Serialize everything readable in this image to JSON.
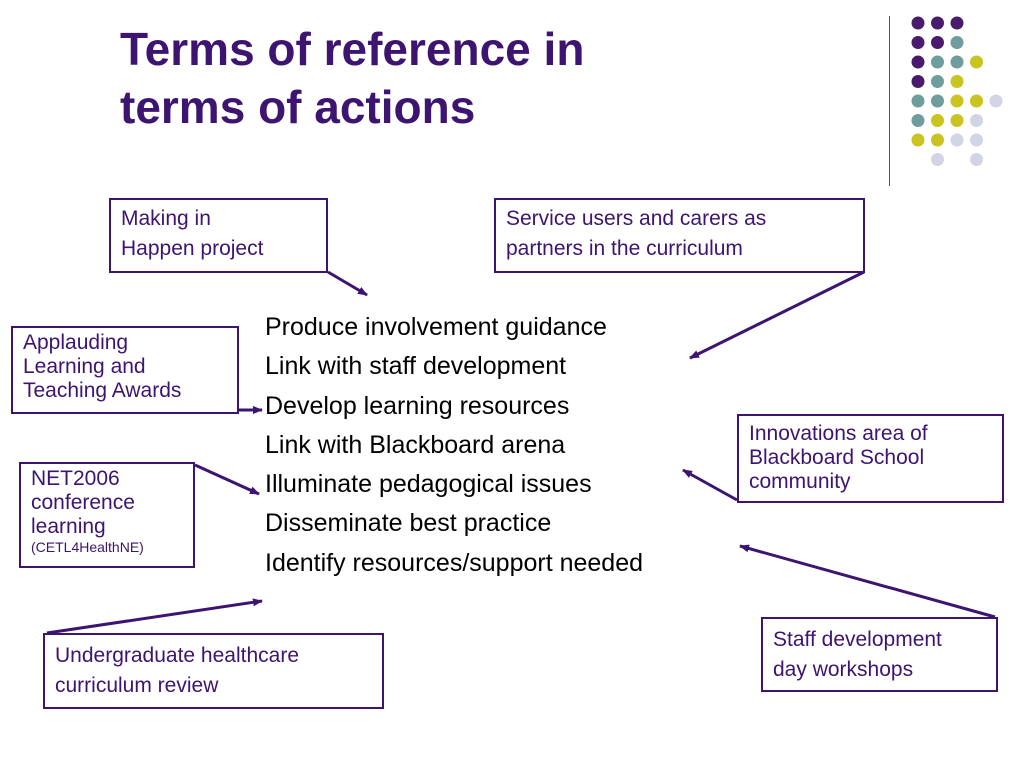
{
  "slide": {
    "title_line1": "Terms of reference in",
    "title_line2": "terms of actions"
  },
  "colors": {
    "title": "#3d1470",
    "box_border": "#3d1470",
    "arrow": "#3d1470",
    "dot_purple": "#4a1a6e",
    "dot_teal": "#6f9c9c",
    "dot_yellow": "#c9c41f",
    "dot_lavender": "#d3d3e6"
  },
  "decoration": {
    "dot_grid": [
      [
        "purple",
        "purple",
        "purple",
        null
      ],
      [
        "purple",
        "purple",
        "teal",
        null
      ],
      [
        "purple",
        "teal",
        "teal",
        "yellow"
      ],
      [
        "purple",
        "teal",
        "yellow",
        null
      ],
      [
        "teal",
        "teal",
        "yellow",
        "yellow",
        "lavender"
      ],
      [
        "teal",
        "yellow",
        "yellow",
        "lavender"
      ],
      [
        "yellow",
        "yellow",
        "lavender",
        "lavender"
      ],
      [
        null,
        "lavender",
        null,
        "lavender"
      ]
    ]
  },
  "actions": [
    "Produce involvement guidance",
    "Link with staff development",
    "Develop learning resources",
    "Link with Blackboard arena",
    "Illuminate pedagogical issues",
    "Disseminate best practice",
    "Identify resources/support needed"
  ],
  "boxes": {
    "making_it_happen": {
      "line1": "Making in",
      "line2": "Happen project"
    },
    "service_users": {
      "line1": "Service users and carers as",
      "line2": "partners in the curriculum"
    },
    "applauding": {
      "line1": "Applauding",
      "line2": "Learning and",
      "line3": "Teaching Awards"
    },
    "net2006": {
      "line1": "NET2006",
      "line2": "conference",
      "line3": "learning",
      "small": "(CETL4HealthNE)"
    },
    "innovations": {
      "line1": "Innovations area of",
      "line2": "Blackboard School",
      "line3": "community"
    },
    "undergraduate": {
      "line1": "Undergraduate healthcare",
      "line2": "curriculum review"
    },
    "staff_dev": {
      "line1": "Staff development",
      "line2": "day workshops"
    }
  }
}
